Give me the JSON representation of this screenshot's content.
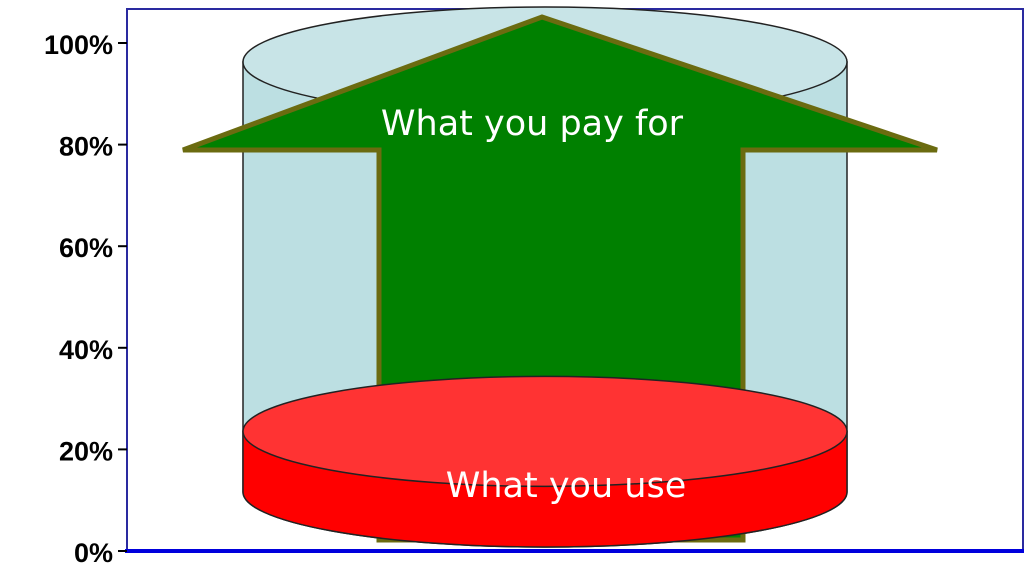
{
  "chart_data": {
    "type": "other",
    "title": "",
    "ylim": [
      0,
      100
    ],
    "y_ticks": [
      {
        "value": 0,
        "label": "0%"
      },
      {
        "value": 20,
        "label": "20%"
      },
      {
        "value": 40,
        "label": "40%"
      },
      {
        "value": 60,
        "label": "60%"
      },
      {
        "value": 80,
        "label": "80%"
      },
      {
        "value": 100,
        "label": "100%"
      }
    ],
    "regions": [
      {
        "label": "What you pay for",
        "value": 100,
        "color": "#008000"
      },
      {
        "label": "What you use",
        "value": 33,
        "color": "#ff0000"
      }
    ],
    "grid": false
  },
  "colors": {
    "frame": "#2a2aa0",
    "baseline": "#0000dd",
    "cylinder_fill": "#bcdfe2",
    "cylinder_top_fill": "#c8e4e7",
    "arrow_fill": "#008000",
    "arrow_border": "#6b6b10",
    "used_fill": "#ff0000",
    "used_top_fill": "#ff3333",
    "annotation_text": "#ffffff"
  }
}
